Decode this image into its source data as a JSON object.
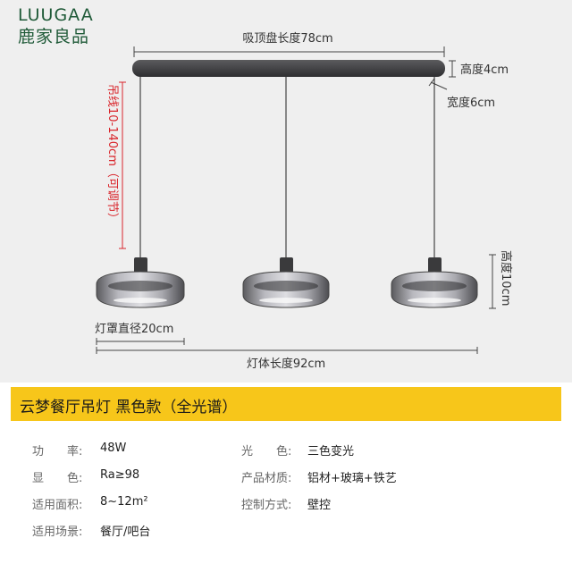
{
  "brand": {
    "name_latin": "LUUGAA",
    "name_cn": "鹿家良品"
  },
  "diagram": {
    "canopy_length": "吸顶盘长度78cm",
    "canopy_height": "高度4cm",
    "canopy_width": "宽度6cm",
    "cable_length": "吊线10-140cm（可调节）",
    "lamp_height": "高度10cm",
    "shade_diameter": "灯罩直径20cm",
    "body_length": "灯体长度92cm"
  },
  "product": {
    "title": "云梦餐厅吊灯 黑色款（全光谱）"
  },
  "specs": [
    {
      "label": "功　　率:",
      "value": "48W"
    },
    {
      "label": "光　　色:",
      "value": "三色变光"
    },
    {
      "label": "显　　色:",
      "value": "Ra≥98"
    },
    {
      "label": "产品材质:",
      "value": "铝材+玻璃+铁艺"
    },
    {
      "label": "适用面积:",
      "value": "8~12m²"
    },
    {
      "label": "控制方式:",
      "value": "壁控"
    },
    {
      "label": "适用场景:",
      "value": "餐厅/吧台"
    }
  ],
  "colors": {
    "accent": "#f7c61a",
    "dimension_red": "#d9262c",
    "brand_green": "#1f5a38",
    "canopy": "#3a3a3c",
    "background": "#efefef"
  }
}
